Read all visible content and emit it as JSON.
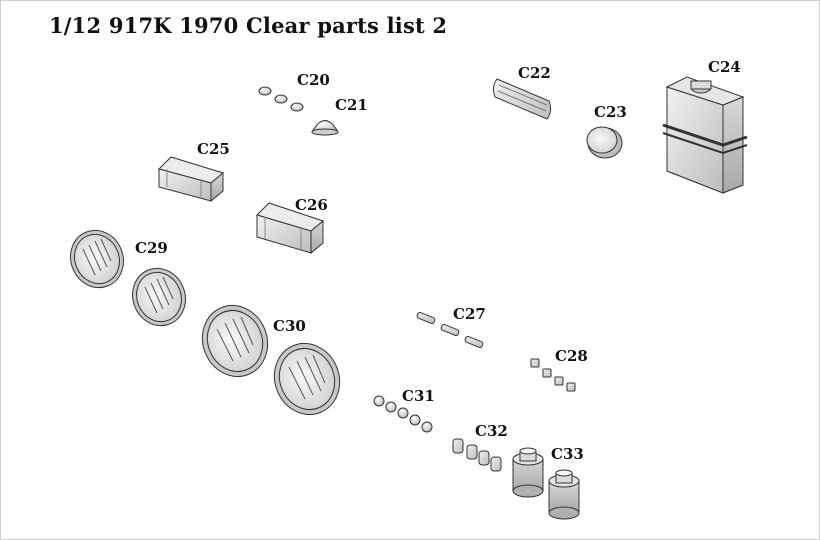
{
  "title": "1/12  917K 1970  Clear parts list 2",
  "parts": [
    {
      "id": "c20",
      "label": "C20"
    },
    {
      "id": "c21",
      "label": "C21"
    },
    {
      "id": "c22",
      "label": "C22"
    },
    {
      "id": "c23",
      "label": "C23"
    },
    {
      "id": "c24",
      "label": "C24"
    },
    {
      "id": "c25",
      "label": "C25"
    },
    {
      "id": "c26",
      "label": "C26"
    },
    {
      "id": "c27",
      "label": "C27"
    },
    {
      "id": "c28",
      "label": "C28"
    },
    {
      "id": "c29",
      "label": "C29"
    },
    {
      "id": "c30",
      "label": "C30"
    },
    {
      "id": "c31",
      "label": "C31"
    },
    {
      "id": "c32",
      "label": "C32"
    },
    {
      "id": "c33",
      "label": "C33"
    }
  ]
}
